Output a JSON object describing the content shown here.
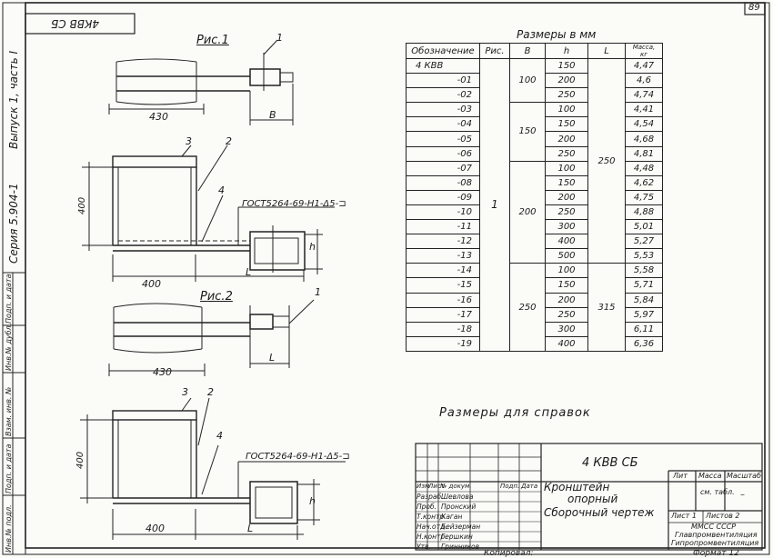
{
  "sheet_number": "89",
  "stamp_upside": "4КВВ СБ",
  "side_labels": {
    "issue": "Выпуск 1, часть I",
    "series": "Серия 5.904-1",
    "fields": [
      "Подп. и дата",
      "Инв.№ дубл.",
      "Взам. инв. №",
      "Подп. и дата",
      "Инв.№ подл."
    ]
  },
  "figures": {
    "fig1_title": "Рис.1",
    "fig2_title": "Рис.2",
    "callouts": [
      "1",
      "2",
      "3",
      "4"
    ],
    "dims": {
      "d430": "430",
      "d400": "400",
      "b": "B",
      "l": "L",
      "h": "h"
    },
    "gost": "ГОСТ5264-69-Н1-Δ5-⊐"
  },
  "table": {
    "caption": "Размеры в мм",
    "headers": [
      "Обозначение",
      "Рис.",
      "B",
      "h",
      "L",
      "Масса, кг"
    ],
    "fig_value": "1",
    "L_values": [
      "250",
      "315"
    ],
    "B_groups": [
      {
        "value": "100"
      },
      {
        "value": "150"
      },
      {
        "value": "200"
      },
      {
        "value": "250"
      }
    ],
    "rows": [
      {
        "code": "4 КВВ",
        "h": "150",
        "mass": "4,47"
      },
      {
        "code": "-01",
        "h": "200",
        "mass": "4,6"
      },
      {
        "code": "-02",
        "h": "250",
        "mass": "4,74"
      },
      {
        "code": "-03",
        "h": "100",
        "mass": "4,41"
      },
      {
        "code": "-04",
        "h": "150",
        "mass": "4,54"
      },
      {
        "code": "-05",
        "h": "200",
        "mass": "4,68"
      },
      {
        "code": "-06",
        "h": "250",
        "mass": "4,81"
      },
      {
        "code": "-07",
        "h": "100",
        "mass": "4,48"
      },
      {
        "code": "-08",
        "h": "150",
        "mass": "4,62"
      },
      {
        "code": "-09",
        "h": "200",
        "mass": "4,75"
      },
      {
        "code": "-10",
        "h": "250",
        "mass": "4,88"
      },
      {
        "code": "-11",
        "h": "300",
        "mass": "5,01"
      },
      {
        "code": "-12",
        "h": "400",
        "mass": "5,27"
      },
      {
        "code": "-13",
        "h": "500",
        "mass": "5,53"
      },
      {
        "code": "-14",
        "h": "100",
        "mass": "5,58"
      },
      {
        "code": "-15",
        "h": "150",
        "mass": "5,71"
      },
      {
        "code": "-16",
        "h": "200",
        "mass": "5,84"
      },
      {
        "code": "-17",
        "h": "250",
        "mass": "5,97"
      },
      {
        "code": "-18",
        "h": "300",
        "mass": "6,11"
      },
      {
        "code": "-19",
        "h": "400",
        "mass": "6,36"
      }
    ]
  },
  "reference_note": "Размеры для справок",
  "title_block": {
    "designation": "4 КВВ СБ",
    "name_line1": "Кронштейн",
    "name_line2": "опорный",
    "doc_type": "Сборочный чертеж",
    "col_heads": [
      "Изм",
      "Лист",
      "№ докум.",
      "Подп.",
      "Дата"
    ],
    "roles": [
      "Разраб.",
      "Проб.",
      "Т.контр.",
      "Нач.отд.",
      "Н.контр.",
      "Утв."
    ],
    "names": [
      "Шевлова",
      "Пронский",
      "Каган",
      "Бейзерман",
      "Гершкин",
      "Гринников"
    ],
    "lit": "Лит",
    "mass": "Масса",
    "scale": "Масштаб",
    "mass_value": "см. табл.",
    "scale_value": "–",
    "sheet": "Лист 1",
    "sheets": "Листов 2",
    "org_line1": "ММСС СССР",
    "org_line2": "Главпромвентиляция",
    "org_line3": "Гипропромвентиляция",
    "copied": "Копировал:",
    "format": "Формат 12"
  }
}
